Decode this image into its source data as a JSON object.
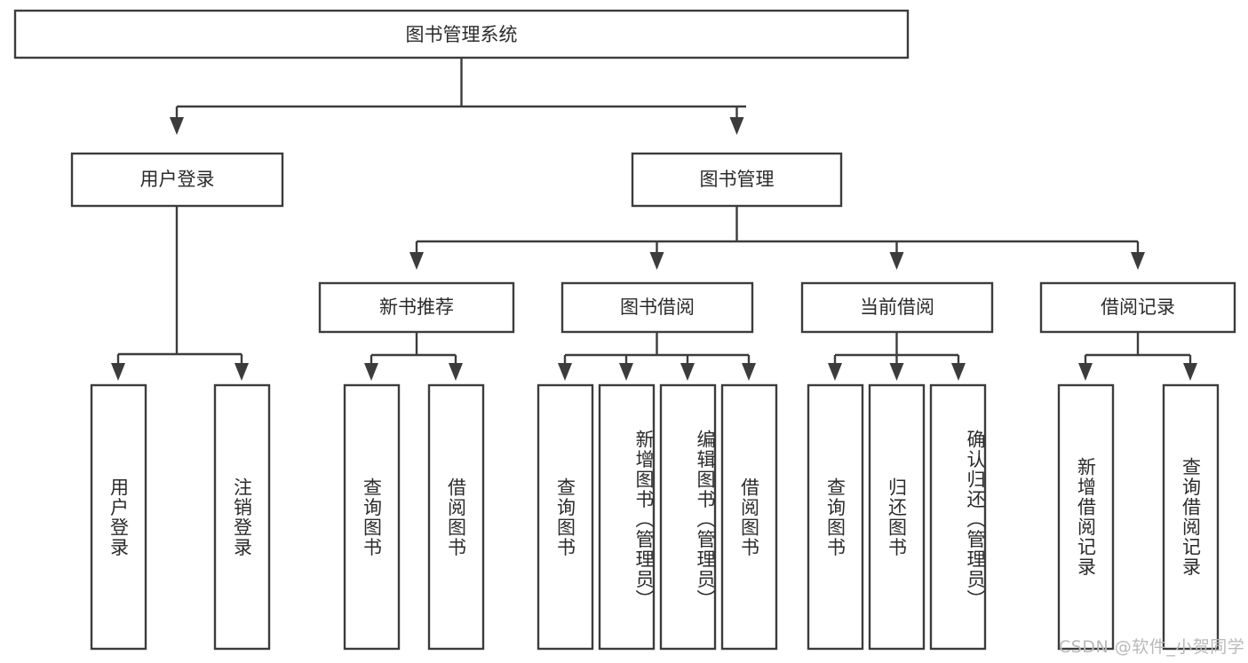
{
  "diagram": {
    "title": "图书管理系统",
    "type": "tree",
    "style": {
      "background": "#ffffff",
      "box_fill": "#ffffff",
      "box_stroke": "#3c3c3c",
      "text_color": "#2b2b2b",
      "watermark_color": "#b9b9b9"
    },
    "root": {
      "label": "图书管理系统"
    },
    "level2": [
      {
        "label": "用户登录"
      },
      {
        "label": "图书管理"
      }
    ],
    "level3": [
      {
        "label": "新书推荐"
      },
      {
        "label": "图书借阅"
      },
      {
        "label": "当前借阅"
      },
      {
        "label": "借阅记录"
      }
    ],
    "leaves": {
      "user_login": [
        {
          "label": "用户登录"
        },
        {
          "label": "注销登录"
        }
      ],
      "new_book_recommend": [
        {
          "label": "查询图书"
        },
        {
          "label": "借阅图书"
        }
      ],
      "book_borrow": [
        {
          "label": "查询图书"
        },
        {
          "label": "新增图书（管理员）"
        },
        {
          "label": "编辑图书（管理员）"
        },
        {
          "label": "借阅图书"
        }
      ],
      "current_borrow": [
        {
          "label": "查询图书"
        },
        {
          "label": "归还图书"
        },
        {
          "label": "确认归还（管理员）"
        }
      ],
      "borrow_record": [
        {
          "label": "新增借阅记录"
        },
        {
          "label": "查询借阅记录"
        }
      ]
    },
    "watermark": "CSDN @软件_小贺同学"
  }
}
